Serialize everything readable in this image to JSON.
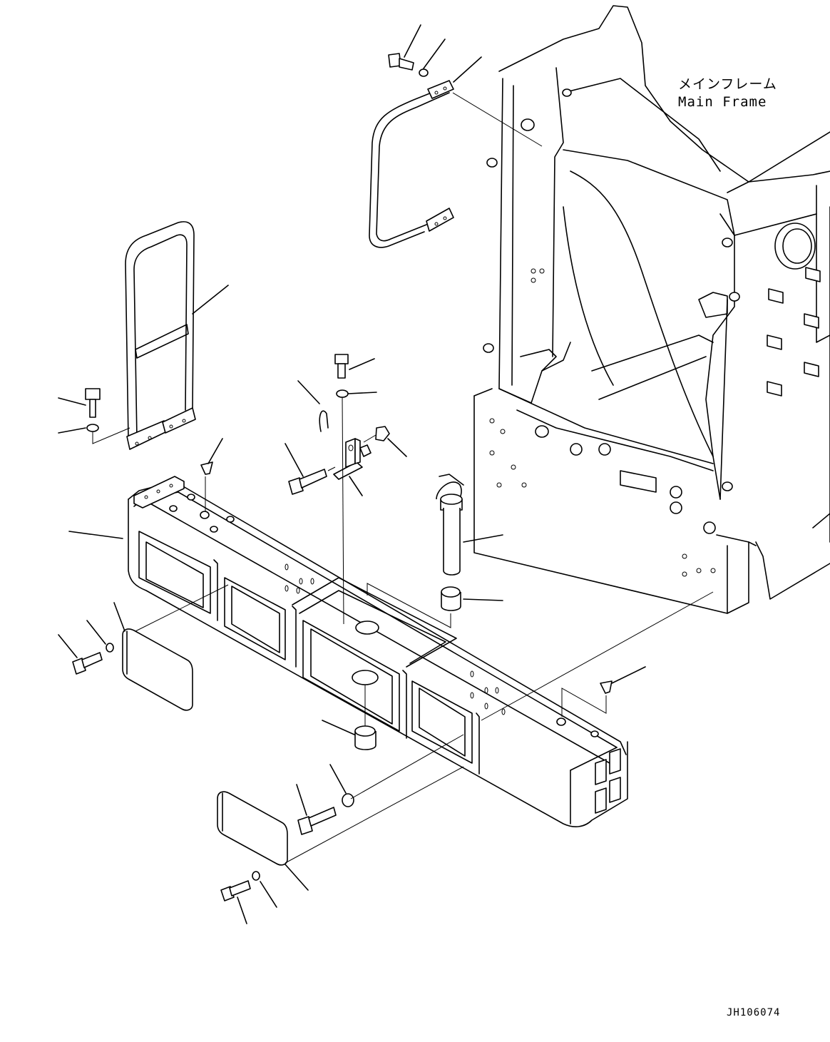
{
  "labels": {
    "main_frame_ja": "メインフレーム",
    "main_frame_en": "Main Frame",
    "drawing_code": "JH106074"
  }
}
